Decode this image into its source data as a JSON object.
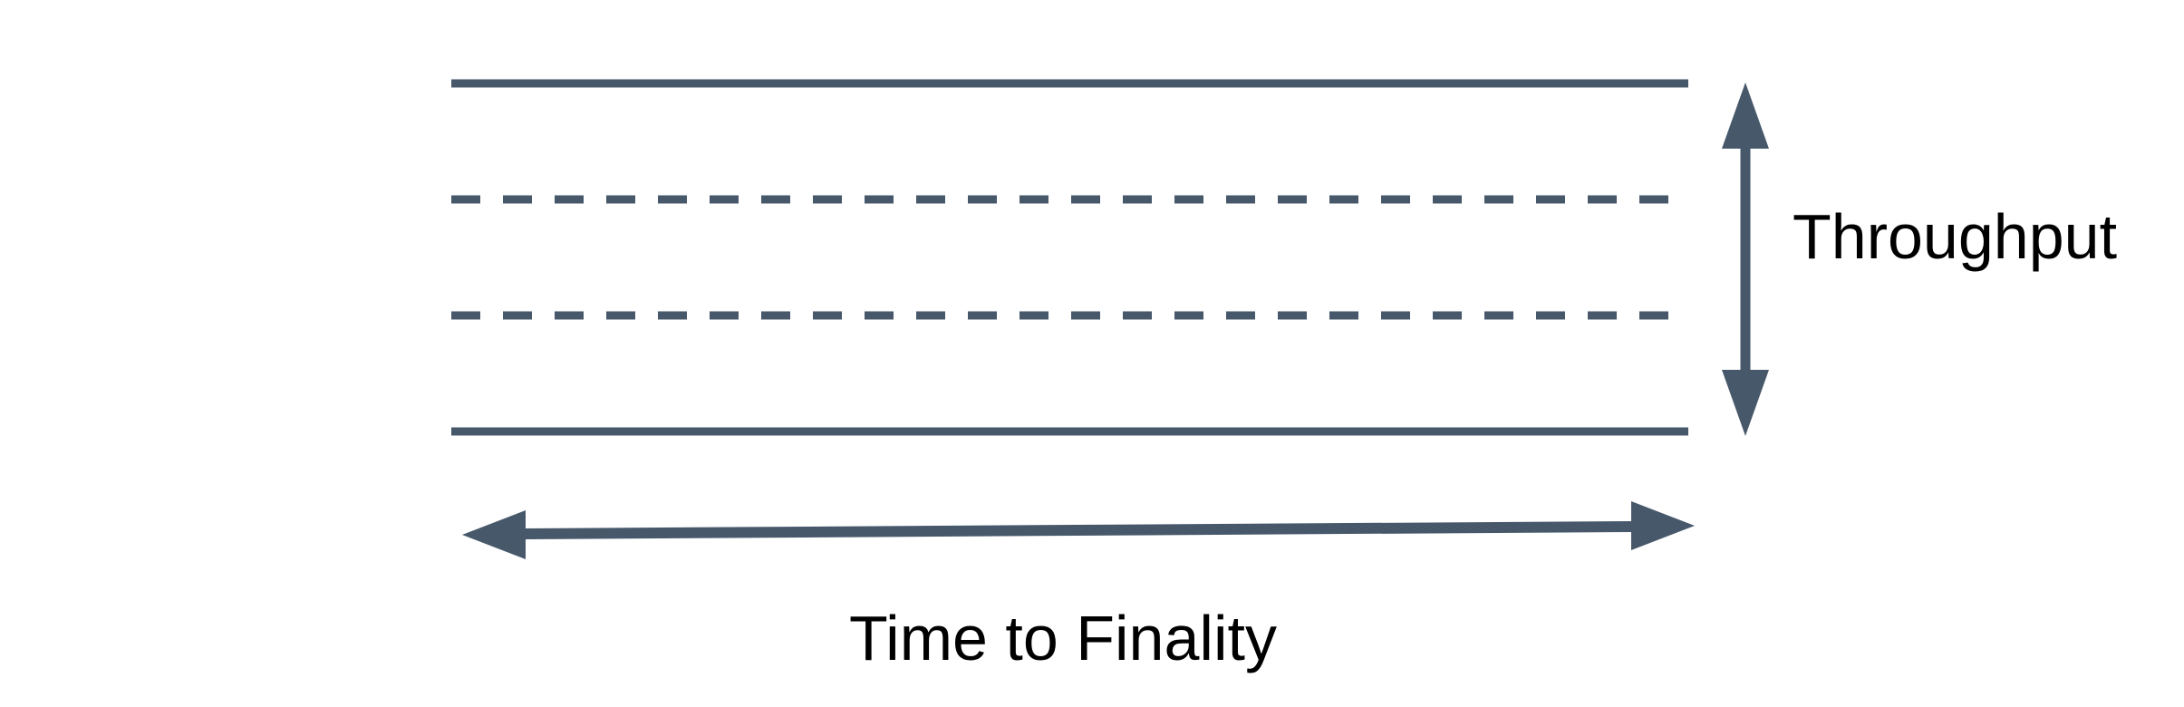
{
  "diagram": {
    "background_color": "#ffffff",
    "line_color": "#47586B",
    "label_color": "#000000",
    "lanes": [
      {
        "style": "solid"
      },
      {
        "style": "dashed"
      },
      {
        "style": "dashed"
      },
      {
        "style": "solid"
      }
    ],
    "icons": {
      "vertical_arrow": "vertical-double-arrow",
      "horizontal_arrow": "horizontal-double-arrow"
    },
    "labels": {
      "throughput": "Throughput",
      "time_to_finality": "Time to Finality"
    }
  }
}
